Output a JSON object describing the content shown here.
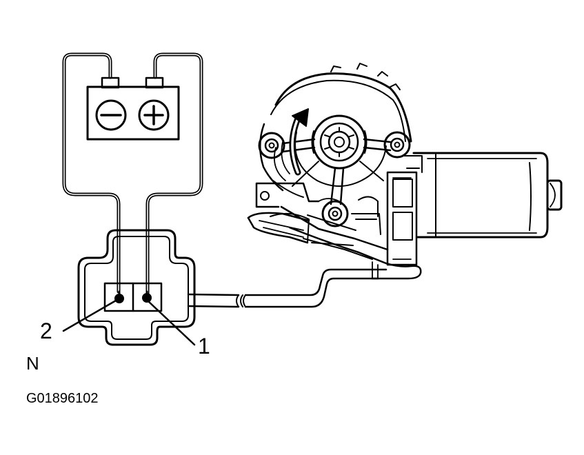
{
  "labels": {
    "pin2": "2",
    "pin1": "1",
    "view_mark": "N",
    "figure_id": "G01896102"
  },
  "battery": {
    "negative_symbol": "−",
    "positive_symbol": "+"
  },
  "colors": {
    "line": "#000000",
    "background": "#ffffff"
  }
}
